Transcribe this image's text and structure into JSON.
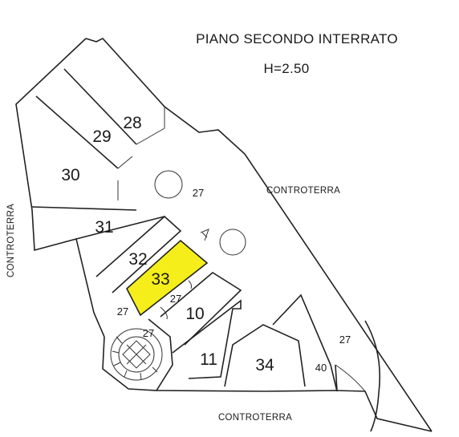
{
  "plan": {
    "title": "PIANO SECONDO INTERRATO",
    "height_label": "H=2.50",
    "highlight_color": "#f5ee1b",
    "surroundings": {
      "right": "CONTROTERRA",
      "left": "CONTROTERRA",
      "bottom": "CONTROTERRA"
    },
    "rooms": {
      "r28": "28",
      "r29": "29",
      "r30": "30",
      "r31": "31",
      "r32": "32",
      "r33": "33",
      "r10": "10",
      "r11": "11",
      "r34": "34",
      "r40": "40",
      "c27a": "27",
      "c27b": "27",
      "c27c": "27",
      "c27d": "27",
      "c27e": "27"
    }
  }
}
